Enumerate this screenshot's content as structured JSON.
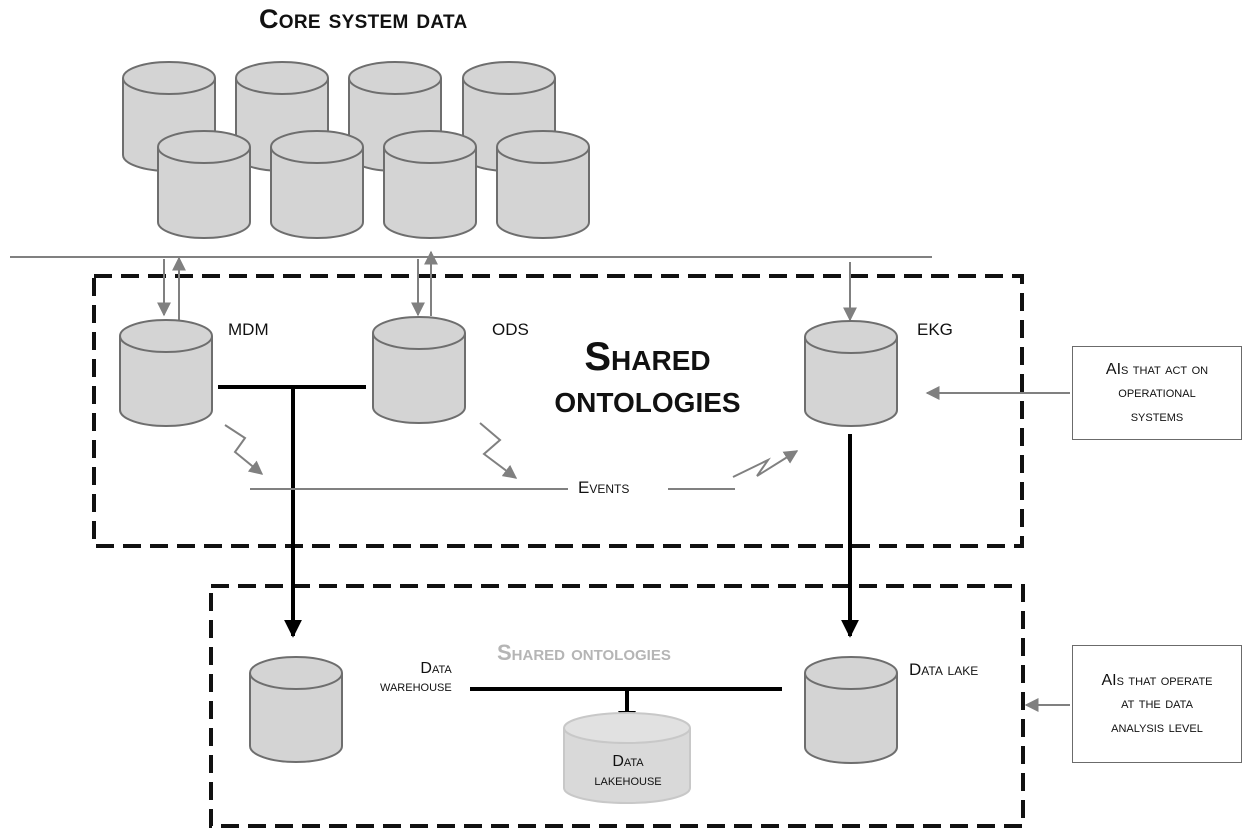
{
  "title": "Core system data",
  "databases": {
    "mdm": "MDM",
    "ods": "ODS",
    "ekg": "EKG",
    "data_warehouse": [
      "Data",
      "warehouse"
    ],
    "data_lake": "Data lake",
    "data_lakehouse": [
      "Data",
      "lakehouse"
    ]
  },
  "shared_ontologies_main": [
    "Shared",
    "ontologies"
  ],
  "shared_ontologies_lower": "Shared ontologies",
  "events": "Events",
  "ai_boxes": {
    "operational": [
      "AIs that act on",
      "operational",
      "systems"
    ],
    "analysis": [
      "AIs that operate",
      "at the data",
      "analysis level"
    ]
  },
  "colors": {
    "cylinder_fill": "#d4d4d4",
    "cylinder_stroke": "#6e6e6e",
    "lakehouse_fill": "#d9d9d9",
    "thin_line": "#808080",
    "thick_line": "#000000",
    "faded_text": "#b5b5b5"
  }
}
